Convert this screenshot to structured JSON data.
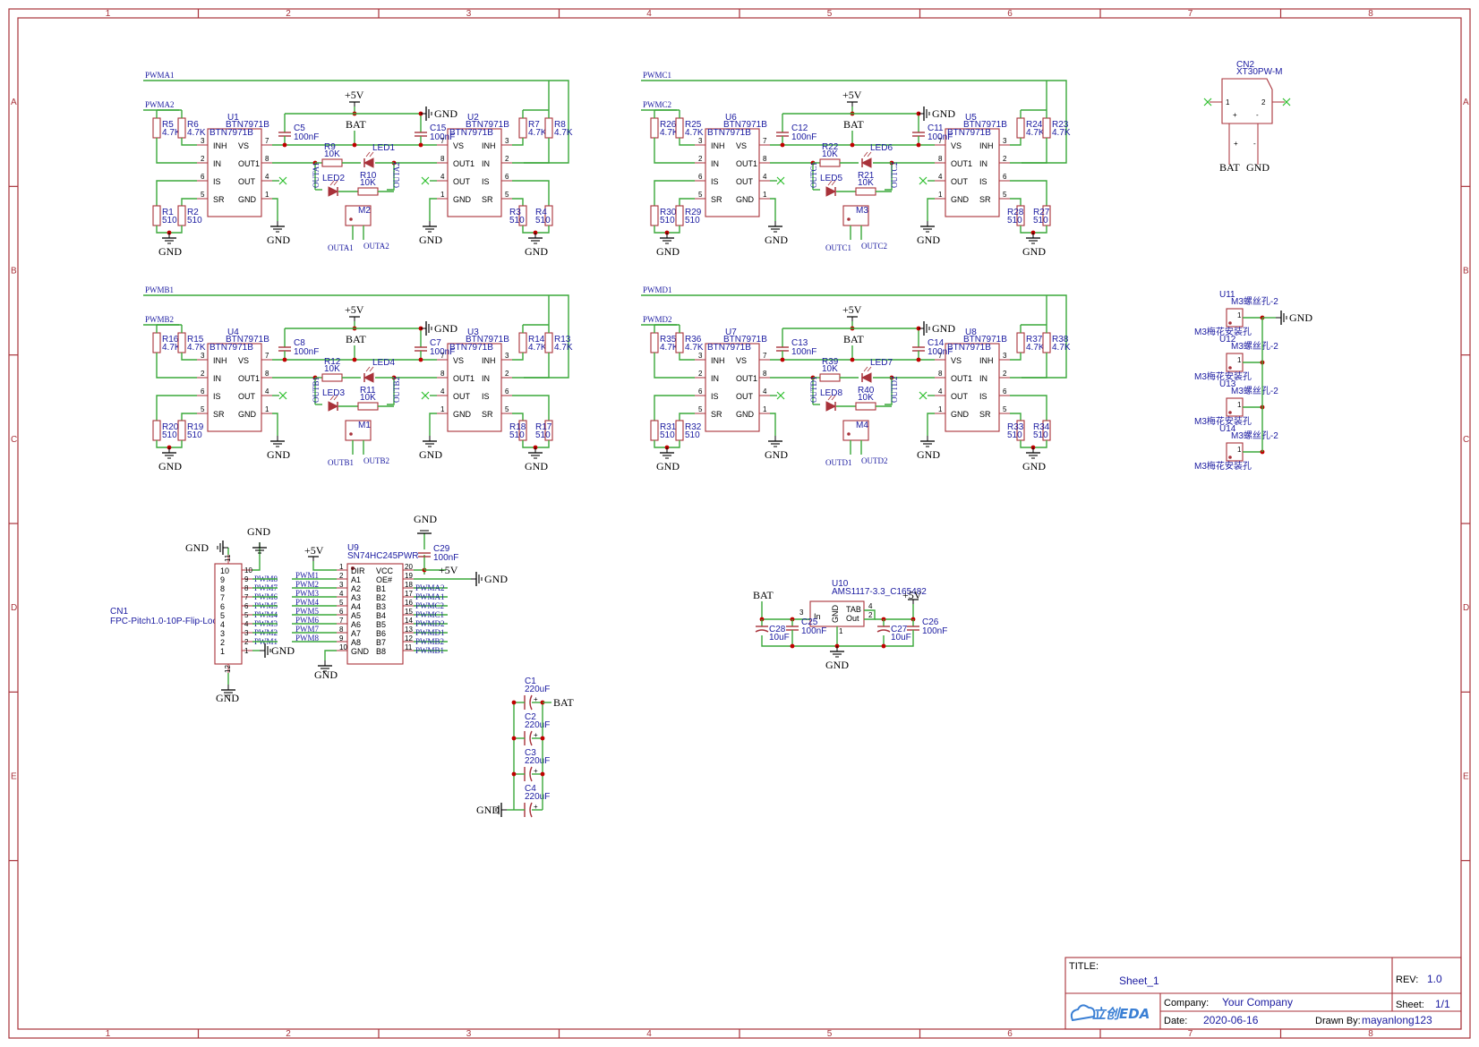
{
  "frame": {
    "columns": [
      "1",
      "2",
      "3",
      "4",
      "5",
      "6",
      "7",
      "8"
    ],
    "rows": [
      "A",
      "B",
      "C",
      "D",
      "E"
    ]
  },
  "drivers": [
    {
      "left": {
        "ref": "U1",
        "part": "BTN7971B"
      },
      "right": {
        "ref": "U2",
        "part": "BTN7971B"
      },
      "net_top": "PWMA1",
      "net_in": "PWMA2",
      "r_top_left": [
        {
          "ref": "R5",
          "val": "4.7K"
        },
        {
          "ref": "R6",
          "val": "4.7K"
        }
      ],
      "r_top_right": [
        {
          "ref": "R7",
          "val": "4.7K"
        },
        {
          "ref": "R8",
          "val": "4.7K"
        }
      ],
      "r_bot_left": [
        {
          "ref": "R1",
          "val": "510"
        },
        {
          "ref": "R2",
          "val": "510"
        }
      ],
      "r_bot_right": [
        {
          "ref": "R3",
          "val": "510"
        },
        {
          "ref": "R4",
          "val": "510"
        }
      ],
      "cap_left": {
        "ref": "C5",
        "val": "100nF"
      },
      "cap_right": {
        "ref": "C15",
        "val": "100nF"
      },
      "r_mid_a": {
        "ref": "R9",
        "val": "10K"
      },
      "r_mid_b": {
        "ref": "R10",
        "val": "10K"
      },
      "led_a": "LED1",
      "led_b": "LED2",
      "motor": "M2",
      "out_a": "OUTA1",
      "out_b": "OUTA2"
    },
    {
      "left": {
        "ref": "U6",
        "part": "BTN7971B"
      },
      "right": {
        "ref": "U5",
        "part": "BTN7971B"
      },
      "net_top": "PWMC1",
      "net_in": "PWMC2",
      "r_top_left": [
        {
          "ref": "R26",
          "val": "4.7K"
        },
        {
          "ref": "R25",
          "val": "4.7K"
        }
      ],
      "r_top_right": [
        {
          "ref": "R24",
          "val": "4.7K"
        },
        {
          "ref": "R23",
          "val": "4.7K"
        }
      ],
      "r_bot_left": [
        {
          "ref": "R30",
          "val": "510"
        },
        {
          "ref": "R29",
          "val": "510"
        }
      ],
      "r_bot_right": [
        {
          "ref": "R28",
          "val": "510"
        },
        {
          "ref": "R27",
          "val": "510"
        }
      ],
      "cap_left": {
        "ref": "C12",
        "val": "100nF"
      },
      "cap_right": {
        "ref": "C11",
        "val": "100nF"
      },
      "r_mid_a": {
        "ref": "R22",
        "val": "10K"
      },
      "r_mid_b": {
        "ref": "R21",
        "val": "10K"
      },
      "led_a": "LED6",
      "led_b": "LED5",
      "motor": "M3",
      "out_a": "OUTC1",
      "out_b": "OUTC2"
    },
    {
      "left": {
        "ref": "U4",
        "part": "BTN7971B"
      },
      "right": {
        "ref": "U3",
        "part": "BTN7971B"
      },
      "net_top": "PWMB1",
      "net_in": "PWMB2",
      "r_top_left": [
        {
          "ref": "R16",
          "val": "4.7K"
        },
        {
          "ref": "R15",
          "val": "4.7K"
        }
      ],
      "r_top_right": [
        {
          "ref": "R14",
          "val": "4.7K"
        },
        {
          "ref": "R13",
          "val": "4.7K"
        }
      ],
      "r_bot_left": [
        {
          "ref": "R20",
          "val": "510"
        },
        {
          "ref": "R19",
          "val": "510"
        }
      ],
      "r_bot_right": [
        {
          "ref": "R18",
          "val": "510"
        },
        {
          "ref": "R17",
          "val": "510"
        }
      ],
      "cap_left": {
        "ref": "C8",
        "val": "100nF"
      },
      "cap_right": {
        "ref": "C7",
        "val": "100nF"
      },
      "r_mid_a": {
        "ref": "R12",
        "val": "10K"
      },
      "r_mid_b": {
        "ref": "R11",
        "val": "10K"
      },
      "led_a": "LED4",
      "led_b": "LED3",
      "motor": "M1",
      "out_a": "OUTB1",
      "out_b": "OUTB2"
    },
    {
      "left": {
        "ref": "U7",
        "part": "BTN7971B"
      },
      "right": {
        "ref": "U8",
        "part": "BTN7971B"
      },
      "net_top": "PWMD1",
      "net_in": "PWMD2",
      "r_top_left": [
        {
          "ref": "R35",
          "val": "4.7K"
        },
        {
          "ref": "R36",
          "val": "4.7K"
        }
      ],
      "r_top_right": [
        {
          "ref": "R37",
          "val": "4.7K"
        },
        {
          "ref": "R38",
          "val": "4.7K"
        }
      ],
      "r_bot_left": [
        {
          "ref": "R31",
          "val": "510"
        },
        {
          "ref": "R32",
          "val": "510"
        }
      ],
      "r_bot_right": [
        {
          "ref": "R33",
          "val": "510"
        },
        {
          "ref": "R34",
          "val": "510"
        }
      ],
      "cap_left": {
        "ref": "C13",
        "val": "100nF"
      },
      "cap_right": {
        "ref": "C14",
        "val": "100nF"
      },
      "r_mid_a": {
        "ref": "R39",
        "val": "10K"
      },
      "r_mid_b": {
        "ref": "R40",
        "val": "10K"
      },
      "led_a": "LED7",
      "led_b": "LED8",
      "motor": "M4",
      "out_a": "OUTD1",
      "out_b": "OUTD2"
    }
  ],
  "chip_pins": {
    "left_side": [
      "INH",
      "IN",
      "IS",
      "SR"
    ],
    "right_side": [
      "VS",
      "OUT1",
      "OUT",
      "GND"
    ],
    "left_nums": [
      "3",
      "2",
      "6",
      "5"
    ],
    "right_nums": [
      "7",
      "8",
      "4",
      "1"
    ]
  },
  "power": {
    "vcc": "+5V",
    "bat": "BAT",
    "gnd": "GND"
  },
  "cn2": {
    "ref": "CN2",
    "part": "XT30PW-M",
    "pin1": "1",
    "pin2": "2",
    "plus": "+",
    "minus": "-",
    "l1": "BAT",
    "l2": "GND"
  },
  "mounts": [
    {
      "ref": "U11",
      "part": "M3螺丝孔-2",
      "desc": "M3梅花安装孔",
      "pin": "1"
    },
    {
      "ref": "U12",
      "part": "M3螺丝孔-2",
      "desc": "M3梅花安装孔",
      "pin": "1"
    },
    {
      "ref": "U13",
      "part": "M3螺丝孔-2",
      "desc": "M3梅花安装孔",
      "pin": "1"
    },
    {
      "ref": "U14",
      "part": "M3螺丝孔-2",
      "desc": "M3梅花安装孔",
      "pin": "1"
    }
  ],
  "mount_gnd": "GND",
  "cn1": {
    "ref": "CN1",
    "part": "FPC-Pitch1.0-10P-Flip-Lock",
    "pins": [
      "10",
      "9",
      "8",
      "7",
      "6",
      "5",
      "4",
      "3",
      "2",
      "1"
    ],
    "nets": [
      "",
      "PWM8",
      "PWM7",
      "PWM6",
      "PWM5",
      "PWM4",
      "PWM3",
      "PWM2",
      "PWM1",
      ""
    ],
    "pin11": "11",
    "pin12": "12",
    "gnd": "GND"
  },
  "u9": {
    "ref": "U9",
    "part": "SN74HC245PWR",
    "left_pins": [
      "DIR",
      "A1",
      "A2",
      "A3",
      "A4",
      "A5",
      "A6",
      "A7",
      "A8",
      "GND"
    ],
    "left_nums": [
      "1",
      "2",
      "3",
      "4",
      "5",
      "6",
      "7",
      "8",
      "9",
      "10"
    ],
    "right_pins": [
      "VCC",
      "OE#",
      "B1",
      "B2",
      "B3",
      "B4",
      "B5",
      "B6",
      "B7",
      "B8"
    ],
    "right_nums": [
      "20",
      "19",
      "18",
      "17",
      "16",
      "15",
      "14",
      "13",
      "12",
      "11"
    ],
    "left_nets": [
      "",
      "PWM1",
      "PWM2",
      "PWM3",
      "PWM4",
      "PWM5",
      "PWM6",
      "PWM7",
      "PWM8"
    ],
    "right_nets": [
      "",
      "",
      "PWMA2",
      "PWMA1",
      "PWMC2",
      "PWMC1",
      "PWMD2",
      "PWMD1",
      "PWMB2",
      "PWMB1"
    ],
    "cap": {
      "ref": "C29",
      "val": "100nF"
    }
  },
  "u10": {
    "ref": "U10",
    "part": "AMS1117-3.3_C165482",
    "pin_in": "In",
    "pin_out": "Out",
    "pin_tab": "TAB",
    "pin_gnd": "GND",
    "n_in": "3",
    "n_out": "2",
    "n_tab": "4",
    "n_gnd": "1",
    "caps": [
      {
        "ref": "C28",
        "val": "10uF"
      },
      {
        "ref": "C25",
        "val": "100nF"
      },
      {
        "ref": "C27",
        "val": "10uF"
      },
      {
        "ref": "C26",
        "val": "100nF"
      }
    ]
  },
  "bulk_caps": [
    {
      "ref": "C1",
      "val": "220uF"
    },
    {
      "ref": "C2",
      "val": "220uF"
    },
    {
      "ref": "C3",
      "val": "220uF"
    },
    {
      "ref": "C4",
      "val": "220uF"
    }
  ],
  "title_block": {
    "title_label": "TITLE:",
    "title": "Sheet_1",
    "rev_label": "REV:",
    "rev": "1.0",
    "company_label": "Company:",
    "company": "Your Company",
    "sheet_label": "Sheet:",
    "sheet": "1/1",
    "date_label": "Date:",
    "date": "2020-06-16",
    "drawn_label": "Drawn By:",
    "drawn": "mayanlong123",
    "logo": "立创EDA"
  },
  "colors": {
    "frame": "#a8323a",
    "wire": "#3aa83a",
    "label": "#1a1aa0",
    "junction": "#c00000"
  }
}
